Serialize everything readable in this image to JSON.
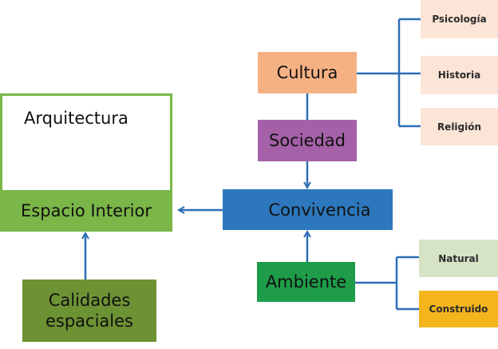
{
  "diagram": {
    "nodes": {
      "arquitectura": "Arquitectura",
      "espacio_interior": "Espacio Interior",
      "calidades_line1": "Calidades",
      "calidades_line2": "espaciales",
      "cultura": "Cultura",
      "sociedad": "Sociedad",
      "convivencia": "Convivencia",
      "ambiente": "Ambiente",
      "psicologia": "Psicología",
      "historia": "Historia",
      "religion": "Religión",
      "natural": "Natural",
      "construido": "Construido"
    },
    "edges": [
      {
        "from": "Cultura",
        "to": "Sociedad",
        "type": "line"
      },
      {
        "from": "Sociedad",
        "to": "Convivencia",
        "type": "arrow"
      },
      {
        "from": "Ambiente",
        "to": "Convivencia",
        "type": "arrow"
      },
      {
        "from": "Convivencia",
        "to": "Espacio Interior",
        "type": "arrow"
      },
      {
        "from": "Calidades espaciales",
        "to": "Espacio Interior",
        "type": "arrow"
      },
      {
        "from": "Cultura",
        "to": [
          "Psicología",
          "Historia",
          "Religión"
        ],
        "type": "bracket"
      },
      {
        "from": "Ambiente",
        "to": [
          "Natural",
          "Construido"
        ],
        "type": "bracket"
      }
    ],
    "colors": {
      "connector": "#2d6fb5",
      "arquitectura_border": "#7ab648",
      "espacio_interior": "#7ab648",
      "calidades": "#6d9234",
      "cultura": "#f5b184",
      "sociedad": "#a461a8",
      "convivencia": "#2d78bd",
      "ambiente": "#1e9c48",
      "cultura_children": "#fbe5d6",
      "natural": "#d6e4c5",
      "construido": "#f3b41c"
    }
  }
}
